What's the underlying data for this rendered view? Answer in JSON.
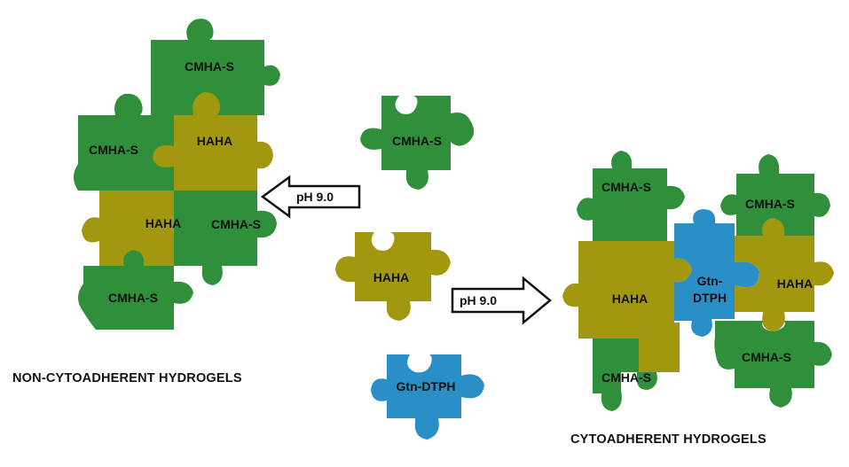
{
  "colors": {
    "cmha_s": "#2f8f3a",
    "haha": "#a2980f",
    "gtn_dtph": "#2a8fc6"
  },
  "pieces": {
    "cmha_s": "CMHA-S",
    "haha": "HAHA",
    "gtn_dtph": "Gtn-DTPH",
    "gtn_line1": "Gtn-",
    "gtn_line2": "DTPH"
  },
  "arrows": {
    "left_label": "pH 9.0",
    "right_label": "pH 9.0"
  },
  "captions": {
    "left": "NON-CYTOADHERENT HYDROGELS",
    "right": "CYTOADHERENT HYDROGELS"
  }
}
